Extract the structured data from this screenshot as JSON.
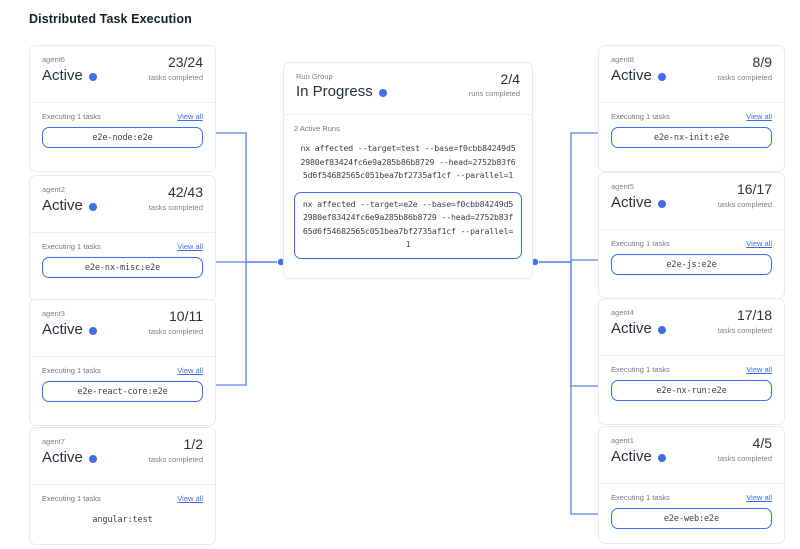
{
  "page": {
    "title": "Distributed Task Execution"
  },
  "colors": {
    "accent": "#3d6fe5",
    "wire": "#5b86e8",
    "card_border": "#e8eaed",
    "muted_text": "#7c8290",
    "body_text": "#2b3140"
  },
  "labels": {
    "executing": "Executing 1 tasks",
    "view_all": "View all",
    "tasks_completed": "tasks completed",
    "active_runs": "2 Active Runs"
  },
  "run_group": {
    "label": "Run Group",
    "status": "In Progress",
    "count": "2/4",
    "count_sub": "runs completed",
    "active_runs_label": "2 Active Runs",
    "runs": [
      {
        "command": "nx affected --target=test --base=f0cbb84249d52980ef83424fc6e9a285b86b8729 --head=2752b83f65d6f54682565c051bea7bf2735af1cf --parallel=1",
        "selected": false
      },
      {
        "command": "nx affected --target=e2e --base=f0cbb84249d52980ef83424fc6e9a285b86b8729 --head=2752b83f65d6f54682565c051bea7bf2735af1cf --parallel=1",
        "selected": true
      }
    ]
  },
  "left_agents": [
    {
      "name": "agent6",
      "status": "Active",
      "count": "23/24",
      "count_sub": "tasks completed",
      "executing": "Executing 1 tasks",
      "view_all": "View all",
      "task": "e2e-node:e2e",
      "connected": true
    },
    {
      "name": "agent2",
      "status": "Active",
      "count": "42/43",
      "count_sub": "tasks completed",
      "executing": "Executing 1 tasks",
      "view_all": "View all",
      "task": "e2e-nx-misc:e2e",
      "connected": true
    },
    {
      "name": "agent3",
      "status": "Active",
      "count": "10/11",
      "count_sub": "tasks completed",
      "executing": "Executing 1 tasks",
      "view_all": "View all",
      "task": "e2e-react-core:e2e",
      "connected": true
    },
    {
      "name": "agent7",
      "status": "Active",
      "count": "1/2",
      "count_sub": "tasks completed",
      "executing": "Executing 1 tasks",
      "view_all": "View all",
      "task": "angular:test",
      "connected": false
    }
  ],
  "right_agents": [
    {
      "name": "agent8",
      "status": "Active",
      "count": "8/9",
      "count_sub": "tasks completed",
      "executing": "Executing 1 tasks",
      "view_all": "View all",
      "task": "e2e-nx-init:e2e",
      "connected": true
    },
    {
      "name": "agent5",
      "status": "Active",
      "count": "16/17",
      "count_sub": "tasks completed",
      "executing": "Executing 1 tasks",
      "view_all": "View all",
      "task": "e2e-js:e2e",
      "connected": true
    },
    {
      "name": "agent4",
      "status": "Active",
      "count": "17/18",
      "count_sub": "tasks completed",
      "executing": "Executing 1 tasks",
      "view_all": "View all",
      "task": "e2e-nx-run:e2e",
      "connected": true
    },
    {
      "name": "agent1",
      "status": "Active",
      "count": "4/5",
      "count_sub": "tasks completed",
      "executing": "Executing 1 tasks",
      "view_all": "View all",
      "task": "e2e-web:e2e",
      "connected": true
    }
  ]
}
